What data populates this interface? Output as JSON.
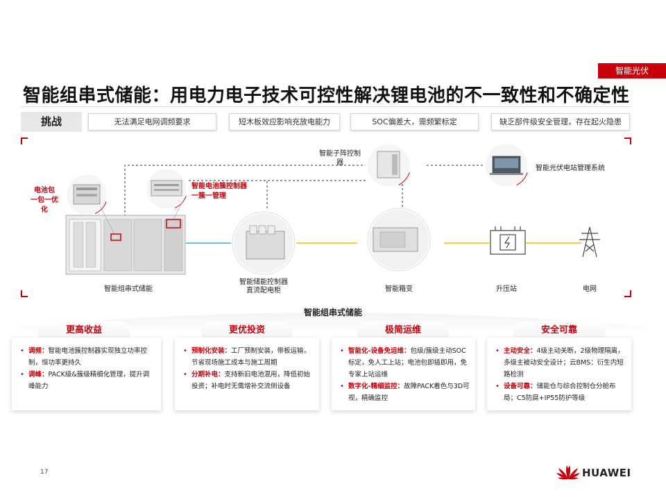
{
  "tag": "智能光伏",
  "title": "智能组串式储能：用电力电子技术可控性解决锂电池的不一致性和不确定性",
  "challenges": {
    "label": "挑战",
    "items": [
      "无法满足电网调频要求",
      "短木板效应影响充放电能力",
      "SOC偏差大，需频繁标定",
      "缺乏部件级安全管理，存在起火隐患"
    ]
  },
  "diagram": {
    "battery_pack_label": "电池包\n一包一优\n化",
    "cluster_ctrl_label": "智能电池簇控制器\n一簇一管理",
    "array_ctrl_label": "智能子阵控制\n器",
    "station_mgmt_label": "智能光伏电站管理系统",
    "string_storage_label": "智能组串式储能",
    "storage_ctrl_label": "智能储能控制器\n直流配电柜",
    "transformer_label": "智能箱变",
    "booster_label": "升压站",
    "grid_label": "电网"
  },
  "benefits_title": "智能组串式储能",
  "cards": [
    {
      "title": "更高收益",
      "items": [
        {
          "key": "调频：",
          "text": "智能电池簇控制器实现独立功率控制，恒功率更持久"
        },
        {
          "key": "调峰：",
          "text": "PACK级&簇级精细化管理，提升调峰能力"
        }
      ]
    },
    {
      "title": "更优投资",
      "items": [
        {
          "key": "预制化安装：",
          "text": "工厂预制安装，带板运输，节省现场施工成本与施工周期"
        },
        {
          "key": "分期补电：",
          "text": "支持新旧电池混用，降低初始投资；补电时无需增补交流侧设备"
        }
      ]
    },
    {
      "title": "极简运维",
      "items": [
        {
          "key": "智能化-设备免运维：",
          "text": "包级/簇级主动SOC标定，免人工上站；电池包即插即用，免专家上站运维"
        },
        {
          "key": "数字化-精细监控：",
          "text": "故障PACK着色与3D可视，精确监控"
        }
      ]
    },
    {
      "title": "安全可靠",
      "items": [
        {
          "key": "主动安全：",
          "text": "4级主动关断，2级物理隔离，多级主被动安全设计；云BMS：衍生内短路检测"
        },
        {
          "key": "设备可靠：",
          "text": "储能仓与综合控制仓分舱布局；C5防腐+IP55防护等级"
        }
      ]
    }
  ],
  "page_number": "17",
  "brand": "HUAWEI",
  "colors": {
    "accent": "#c7000b",
    "dc_link": "#3ab0c8",
    "ac_link": "#e8c400"
  }
}
